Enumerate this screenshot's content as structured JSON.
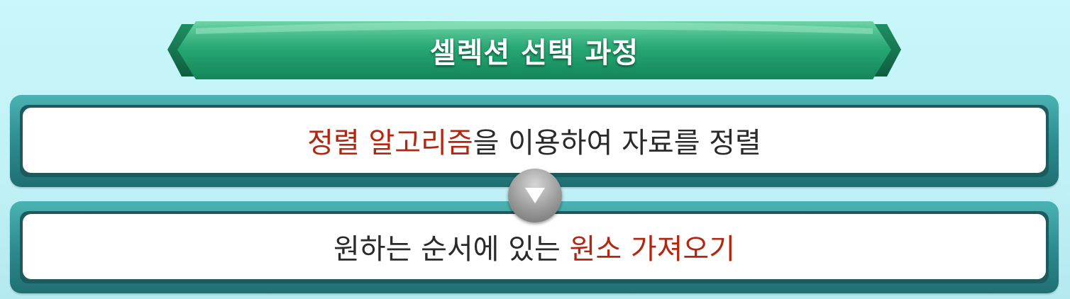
{
  "title": "셀렉션 선택 과정",
  "steps": [
    {
      "highlight": "정렬 알고리즘",
      "rest": "을 이용하여 자료를 정렬"
    },
    {
      "prefix": "원하는 순서에 있는 ",
      "highlight": "원소 가져오기"
    }
  ],
  "connector_icon": "down-triangle-icon",
  "colors": {
    "background": "#c3f3f7",
    "banner": "#1f9a68",
    "panel": "#2d8d8f",
    "highlight_text": "#b3260f",
    "body_text": "#2a2a2a"
  }
}
